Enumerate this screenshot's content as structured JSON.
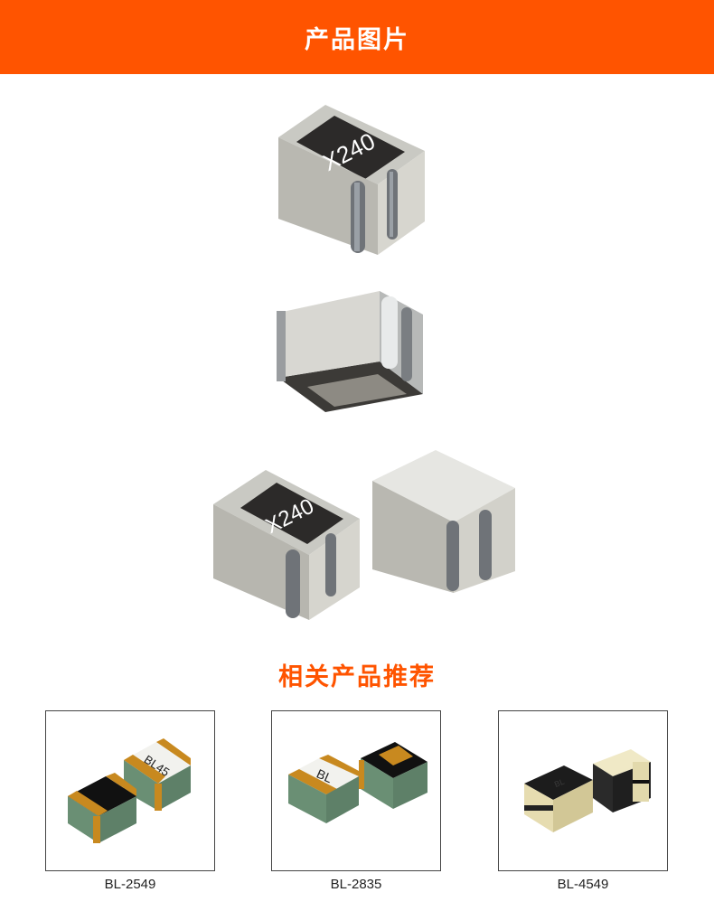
{
  "header": {
    "title": "产品图片"
  },
  "gallery": {
    "marking_text": "X240"
  },
  "related": {
    "title": "相关产品推荐",
    "products": [
      {
        "name": "BL-2549",
        "marking": "BL45"
      },
      {
        "name": "BL-2835",
        "marking": "BL"
      },
      {
        "name": "BL-4549",
        "marking": "BL"
      }
    ]
  }
}
